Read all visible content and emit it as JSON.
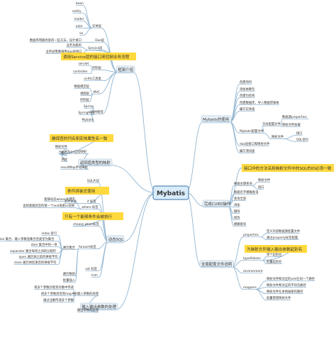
{
  "root": {
    "label": "Mybatis"
  },
  "branches": [
    {
      "id": "b1",
      "label": "框架介绍",
      "children": [
        {
          "id": "b1c1",
          "label": "实体层",
          "children": [
            {
              "id": "b1c1a",
              "label": "bean"
            },
            {
              "id": "b1c1b",
              "label": "entity"
            },
            {
              "id": "b1c1c",
              "label": "model"
            },
            {
              "id": "b1c1d",
              "label": "pojo"
            },
            {
              "id": "b1c1e",
              "label": "vo"
            }
          ]
        },
        {
          "id": "b1c2",
          "label": "Dao层",
          "children": [
            {
              "id": "b1c2a",
              "label": "数据库增删改查的一些方法，设计接口"
            }
          ]
        },
        {
          "id": "b1c3",
          "label": "Service层",
          "children": [
            {
              "id": "b1c3a",
              "label": "业务功能的"
            },
            {
              "id": "b1c3b",
              "label": "业务层需要调用dao层接口"
            }
          ]
        },
        {
          "id": "b1c4",
          "label": "控制层",
          "children": [
            {
              "id": "b1c4a",
              "label": "servlet"
            },
            {
              "id": "b1c4b",
              "label": "controller"
            }
          ]
        },
        {
          "id": "b1c5",
          "label": "unitls工具类"
        },
        {
          "id": "b1c6",
          "label": "MVC",
          "children": [
            {
              "id": "b1c6a",
              "label": "数据模型层"
            },
            {
              "id": "b1c6b",
              "label": "视图层"
            },
            {
              "id": "b1c6c",
              "label": "控制层"
            }
          ]
        },
        {
          "id": "b1c7",
          "label": "SSM框架",
          "children": [
            {
              "id": "b1c7a",
              "label": "Spring"
            },
            {
              "id": "b1c7b",
              "label": "SpringMVC"
            },
            {
              "id": "b1c7c",
              "label": "Mybatis"
            }
          ]
        }
      ]
    },
    {
      "id": "b2",
      "label": "返回值类型的映射",
      "children": [
        {
          "id": "b2c1",
          "label": "resultType自动映射",
          "children": [
            {
              "id": "b2c1a",
              "label": "映射文件"
            },
            {
              "id": "b2c1b",
              "label": "接口"
            },
            {
              "id": "b2c1c",
              "label": "测试"
            }
          ]
        },
        {
          "id": "b2c2",
          "label": "resultMap手动映射"
        }
      ]
    },
    {
      "id": "b3",
      "label": "动态SQL",
      "children": [
        {
          "id": "b3c1",
          "label": "SQL片段"
        },
        {
          "id": "b3c2",
          "label": "if 标签",
          "children": [
            {
              "id": "b3c2a",
              "label": "条件拼接"
            }
          ]
        },
        {
          "id": "b3c3",
          "label": "where 标签",
          "children": [
            {
              "id": "b3c3a",
              "label": "能够动态where关键字"
            },
            {
              "id": "b3c3b",
              "label": "会将紧跟其后的第一个and或者or去掉"
            }
          ]
        },
        {
          "id": "b3c4",
          "label": "choose when标签"
        },
        {
          "id": "b3c5",
          "label": "foreach标签",
          "children": [
            {
              "id": "b3c5a",
              "label": "遍历集合",
              "children": [
                {
                  "id": "b3c5a1",
                  "label": "index 索引"
                },
                {
                  "id": "b3c5a2",
                  "label": "collection 集合、输入参数放集合后类型为集合"
                },
                {
                  "id": "b3c5a3",
                  "label": "item 集合中的一项"
                },
                {
                  "id": "b3c5a4",
                  "label": "separator 集合每项之间的分割符"
                },
                {
                  "id": "b3c5a5",
                  "label": "open 遍历体之前的拼接字符"
                },
                {
                  "id": "b3c5a6",
                  "label": "close 遍历体结束后的拼接字符"
                }
              ]
            },
            {
              "id": "b3c5b",
              "label": "遍历数组"
            },
            {
              "id": "b3c5c",
              "label": "批量插入"
            }
          ]
        },
        {
          "id": "b3c6",
          "label": "set 标签"
        },
        {
          "id": "b3c7",
          "label": "trim"
        }
      ]
    },
    {
      "id": "b4",
      "label": "输入输出参数的处理",
      "children": [
        {
          "id": "b4c1",
          "label": "多输入参数的处理",
          "children": [
            {
              "id": "b4c1a",
              "label": "将多个参数封装到对象中传递"
            },
            {
              "id": "b4c1b",
              "label": "将多个参数封装到map中"
            },
            {
              "id": "b4c1c",
              "label": "通过注解传递多个参数"
            }
          ]
        },
        {
          "id": "b4c2",
          "label": "输出参数的处理"
        }
      ]
    },
    {
      "id": "b5",
      "label": "Mybatis的使用",
      "children": [
        {
          "id": "b5c1",
          "label": "创建项目"
        },
        {
          "id": "b5c2",
          "label": "添加依赖包"
        },
        {
          "id": "b5c3",
          "label": "创建包结构"
        },
        {
          "id": "b5c4",
          "label": "创建数据库，导入数据库脚本"
        },
        {
          "id": "b5c5",
          "label": "编写实体类"
        },
        {
          "id": "b5c6",
          "label": "Mybatis配置文件",
          "children": [
            {
              "id": "b5c6a",
              "label": "全局配置文件",
              "children": [
                {
                  "id": "b5c6a1",
                  "label": "数据源properties"
                },
                {
                  "id": "b5c6a2",
                  "label": "映射文件加载"
                }
              ]
            },
            {
              "id": "b5c6b",
              "label": "映射文件",
              "children": [
                {
                  "id": "b5c6b1",
                  "label": "接口"
                },
                {
                  "id": "b5c6b2",
                  "label": "SQL语句"
                }
              ]
            }
          ]
        },
        {
          "id": "b5c7",
          "label": "dao层接口和映射文件"
        },
        {
          "id": "b5c8",
          "label": "编写测试类"
        }
      ]
    },
    {
      "id": "b6",
      "label": "完成CURD操作",
      "children": [
        {
          "id": "b6c1",
          "label": "根据主键查询",
          "children": [
            {
              "id": "b6c1a",
              "label": "映射文件"
            },
            {
              "id": "b6c1b",
              "label": "接口"
            }
          ]
        },
        {
          "id": "b6c2",
          "label": "根据名字模糊查询"
        },
        {
          "id": "b6c3",
          "label": "查询全部"
        },
        {
          "id": "b6c4",
          "label": "添加"
        },
        {
          "id": "b6c5",
          "label": "删除"
        },
        {
          "id": "b6c6",
          "label": "修改"
        },
        {
          "id": "b6c7",
          "label": "模糊查询"
        }
      ]
    },
    {
      "id": "b7",
      "label": "全局配置文件说明",
      "children": [
        {
          "id": "b7c1",
          "label": "properties",
          "children": [
            {
              "id": "b7c1a",
              "label": "定义外部数据源配置文件"
            },
            {
              "id": "b7c1b",
              "label": "通过property标签配置"
            }
          ]
        },
        {
          "id": "b7c2",
          "label": "typeAliases",
          "children": [
            {
              "id": "b7c2a",
              "label": "单个起别名"
            },
            {
              "id": "b7c2b",
              "label": "批量起别名"
            }
          ]
        },
        {
          "id": "b7c3",
          "label": "environment"
        },
        {
          "id": "b7c4",
          "label": "mappers",
          "children": [
            {
              "id": "b7c4a",
              "label": "映射文件和对应的xml在同一个路径"
            },
            {
              "id": "b7c4b",
              "label": "映射文件和对应的不同包路径"
            },
            {
              "id": "b7c4c",
              "label": "映射文件在本地磁盘的路径"
            },
            {
              "id": "b7c4d",
              "label": "批量管理映射文件"
            }
          ]
        }
      ]
    }
  ],
  "callouts": [
    {
      "id": "k1",
      "label": "调用Service层的接口来控制业务流程"
    },
    {
      "id": "k2",
      "label": "确保查的列名和实体属性名一致"
    },
    {
      "id": "k3",
      "label": "条件拼装式使用"
    },
    {
      "id": "k4",
      "label": "只有一个能够条件会被执行"
    },
    {
      "id": "k5",
      "label": "接口中的方法名和映射文件中的SQL的ID必须一致"
    },
    {
      "id": "k6",
      "label": "为映射文件输入输出参数起别名"
    }
  ],
  "colors": {
    "edge": "#93b6d1",
    "root_fill": "#d9ecfa",
    "root_stroke": "#5b8db8",
    "branch_fill": "#e9f2f9",
    "callout": "#ffd93d",
    "text": "#333333"
  }
}
